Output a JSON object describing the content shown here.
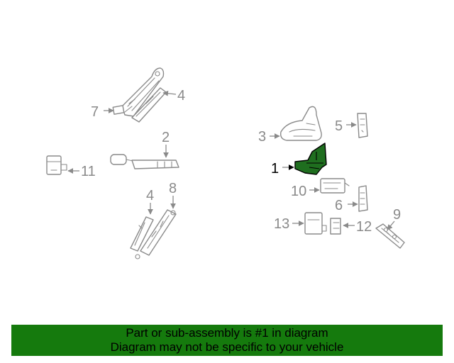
{
  "callouts": {
    "c1": "1",
    "c2": "2",
    "c3": "3",
    "c4a": "4",
    "c4b": "4",
    "c5": "5",
    "c6": "6",
    "c7": "7",
    "c8": "8",
    "c9": "9",
    "c10": "10",
    "c11": "11",
    "c12": "12",
    "c13": "13"
  },
  "banner": {
    "line1": "Part or sub-assembly is #1 in diagram",
    "line2": "Diagram may not be specific to your vehicle"
  },
  "colors": {
    "banner_background": "#157a0d",
    "highlight_part": "#1f6e1f",
    "line_art": "#8a8a8a"
  }
}
